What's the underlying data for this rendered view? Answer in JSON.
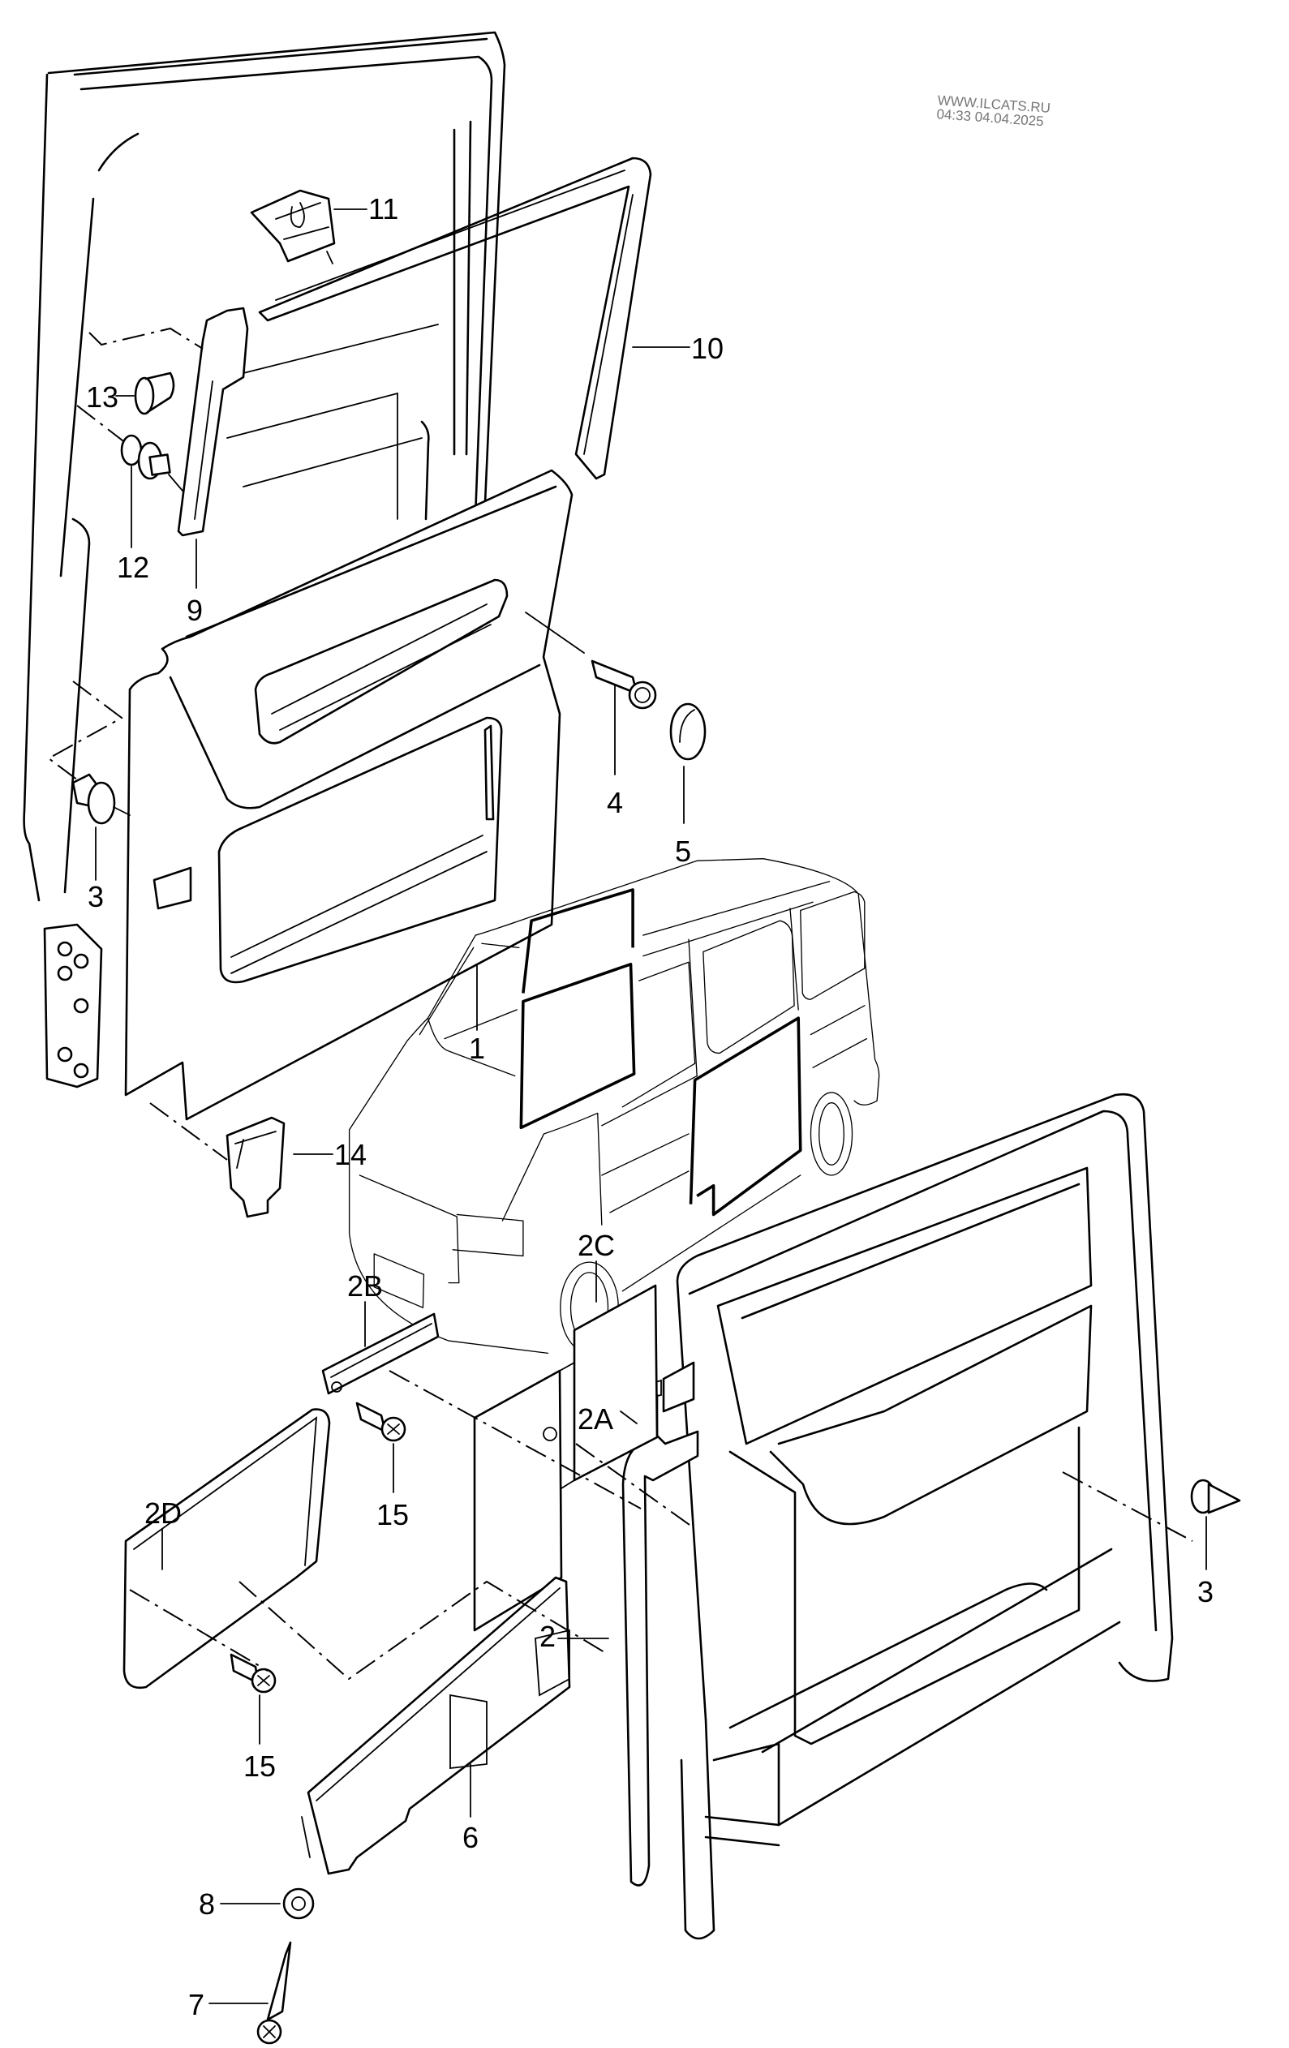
{
  "watermark": {
    "site": "WWW.ILCATS.RU",
    "timestamp": "04:33 04.04.2025"
  },
  "diagram": {
    "title": "Sliding door / door trim parts",
    "callouts": {
      "c1": "1",
      "c2": "2",
      "c2a": "2A",
      "c2b": "2B",
      "c2c": "2C",
      "c2d": "2D",
      "c3_top": "3",
      "c3_bottom": "3",
      "c4": "4",
      "c5": "5",
      "c6": "6",
      "c7": "7",
      "c8": "8",
      "c9": "9",
      "c10": "10",
      "c11": "11",
      "c12": "12",
      "c13": "13",
      "c14": "14",
      "c15_a": "15",
      "c15_b": "15"
    }
  }
}
